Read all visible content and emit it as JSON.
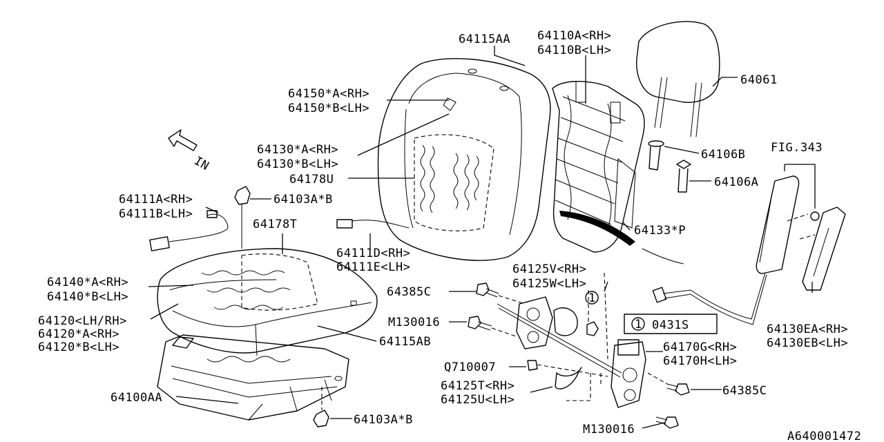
{
  "diagram_id": "A640001472",
  "direction_label": "IN",
  "callout_legend": {
    "number": "1",
    "part": "0431S"
  },
  "labels": {
    "l64115AA": "64115AA",
    "l64110A": "64110A<RH>",
    "l64110B": "64110B<LH>",
    "l64061": "64061",
    "l64150A": "64150*A<RH>",
    "l64150B": "64150*B<LH>",
    "l64130A": "64130*A<RH>",
    "l64130B": "64130*B<LH>",
    "l64178U": "64178U",
    "l64106B": "64106B",
    "lFIG343": "FIG.343",
    "l64106A": "64106A",
    "l64111A": "64111A<RH>",
    "l64111B": "64111B<LH>",
    "l64103A_top": "64103A*B",
    "l64178T": "64178T",
    "l64133P": "64133*P",
    "l64111D": "64111D<RH>",
    "l64111E": "64111E<LH>",
    "l64125V": "64125V<RH>",
    "l64125W": "64125W<LH>",
    "l64140A": "64140*A<RH>",
    "l64140B": "64140*B<LH>",
    "l64385C_top": "64385C",
    "l64120LHRH": "64120<LH/RH>",
    "l64120A": "64120*A<RH>",
    "l64120B": "64120*B<LH>",
    "lM130016_top": "M130016",
    "l64115AB": "64115AB",
    "l64170G": "64170G<RH>",
    "l64170H": "64170H<LH>",
    "l64130EA": "64130EA<RH>",
    "l64130EB": "64130EB<LH>",
    "lQ710007": "Q710007",
    "l64125T": "64125T<RH>",
    "l64125U": "64125U<LH>",
    "l64385C_bot": "64385C",
    "l64100AA": "64100AA",
    "l64103A_bot": "64103A*B",
    "lM130016_bot": "M130016",
    "callout1": "1"
  }
}
